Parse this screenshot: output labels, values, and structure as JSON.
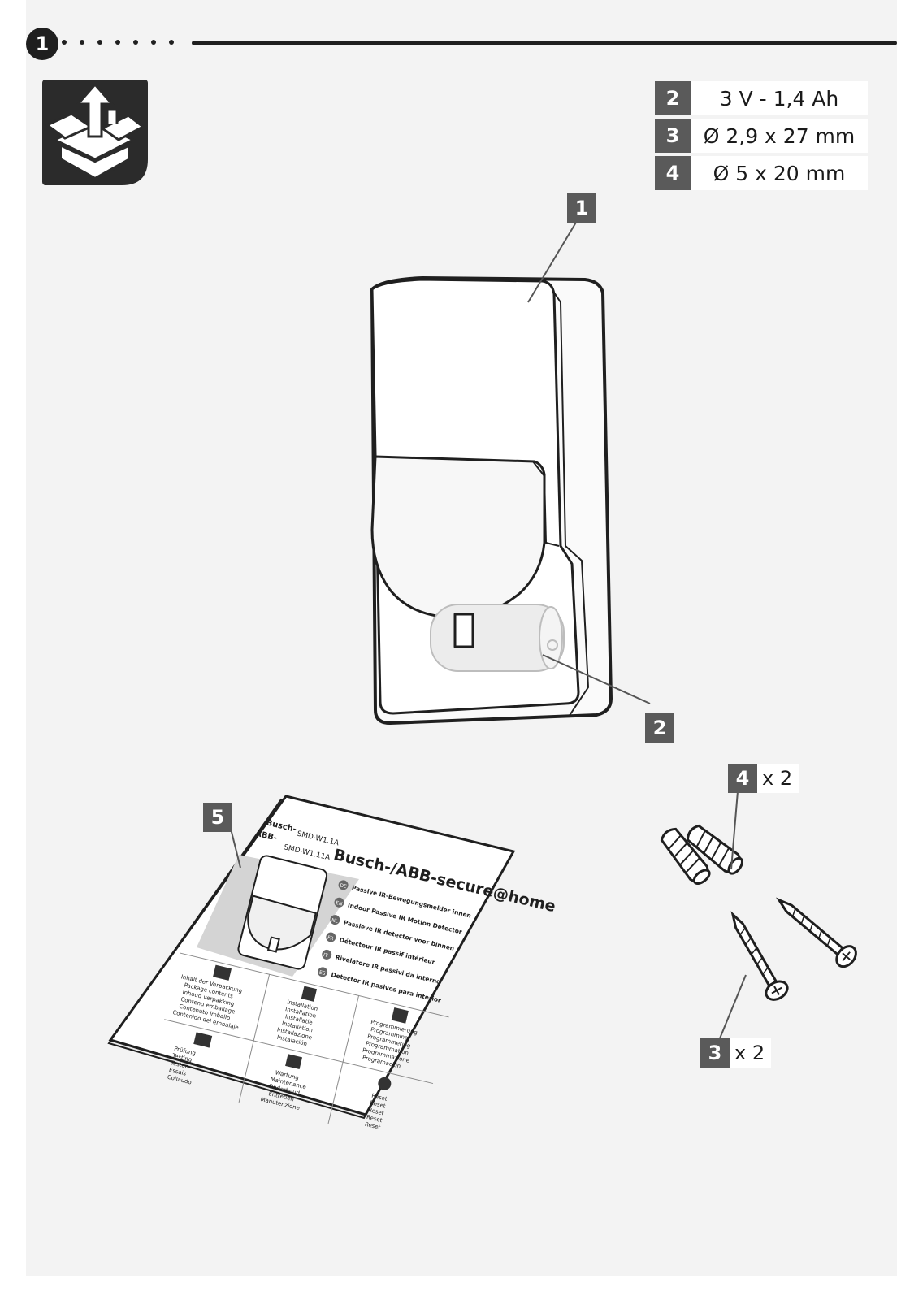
{
  "step": {
    "number": "1"
  },
  "specs": [
    {
      "num": "2",
      "value": "3 V - 1,4 Ah"
    },
    {
      "num": "3",
      "value": "Ø 2,9 x 27  mm"
    },
    {
      "num": "4",
      "value": "Ø 5 x 20 mm"
    }
  ],
  "callouts": {
    "detector": "1",
    "battery": "2",
    "manual": "5",
    "dowels": "4",
    "dowels_qty": "x 2",
    "screws": "3",
    "screws_qty": "x 2"
  },
  "manual": {
    "brand": "Busch-/ABB-secure@home",
    "busch_prefix": "Busch-",
    "busch_model": "SMD-W1.1A",
    "abb_prefix": "ABB-",
    "abb_model": "SMD-W1.11A",
    "languages": [
      {
        "code": "DE",
        "text": "Passive IR-Bewegungsmelder innen"
      },
      {
        "code": "EN",
        "text": "Indoor Passive IR Motion Detector"
      },
      {
        "code": "NL",
        "text": "Passieve IR detector voor binnen"
      },
      {
        "code": "FR",
        "text": "Détecteur IR passif intérieur"
      },
      {
        "code": "IT",
        "text": "Rivelatore IR passivi da interno"
      },
      {
        "code": "ES",
        "text": "Detector IR pasivos para interior"
      }
    ],
    "sections": [
      {
        "title": "Inhalt der Verpackung",
        "lines": [
          "Package contents",
          "Inhoud verpakking",
          "Contenu emballage",
          "Contenuto imballo",
          "Contenido del embalaje"
        ]
      },
      {
        "title": "Installation",
        "lines": [
          "Installation",
          "Installatie",
          "Installation",
          "Installazione",
          "Instalación"
        ]
      },
      {
        "title": "Programmierung",
        "lines": [
          "Programming",
          "Programmering",
          "Programmation",
          "Programmazione",
          "Programación"
        ]
      },
      {
        "title": "Prüfung",
        "lines": [
          "Testing",
          "Testen",
          "Essais",
          "Collaudo"
        ]
      },
      {
        "title": "Wartung",
        "lines": [
          "Maintenance",
          "Onderhoud",
          "Entretien",
          "Manutenzione"
        ]
      },
      {
        "title": "Reset",
        "lines": [
          "Reset",
          "Reset",
          "Reset",
          "Reset"
        ]
      }
    ]
  }
}
